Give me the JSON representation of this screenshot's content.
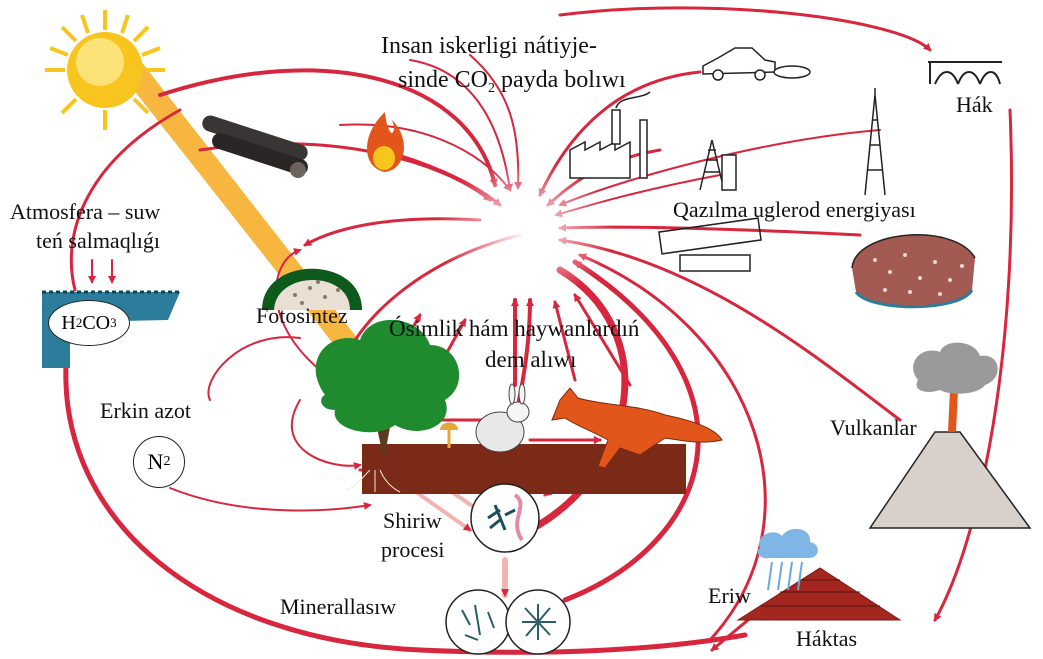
{
  "colors": {
    "arrow": "#d7263d",
    "sun": "#f7c51e",
    "beam": "#f4a91f",
    "soil": "#7a2a16",
    "tree": "#1f8a2e",
    "fox": "#e2561c",
    "water": "#2c7d9c",
    "volcano": "#d7d0cb"
  },
  "labels": {
    "human_line1": "Insan iskerligi nátiyje-",
    "human_line2_pre": "sinde CO",
    "human_line2_sub": "2",
    "human_line2_post": " payda bolıwı",
    "hak": "Hák",
    "atmo_line1": "Atmosfera – suw",
    "atmo_line2": "teń salmaqlıǵı",
    "h2co3_h": "H",
    "h2co3_sub1": "2",
    "h2co3_mid": "CO",
    "h2co3_sub2": "3",
    "fossil": "Qazılma uglerod energiyası",
    "photo": "Fotosintez",
    "resp_line1": "Ósimlik hám haywanlardıń",
    "resp_line2": "dem alıwı",
    "nitrogen": "Erkin azot",
    "n2_main": "N",
    "n2_sub": "2",
    "volcano": "Vulkanlar",
    "decay_line1": "Shiriw",
    "decay_line2": "procesi",
    "mineral": "Minerallasıw",
    "erosion": "Eriw",
    "limestone": "Háktas"
  }
}
